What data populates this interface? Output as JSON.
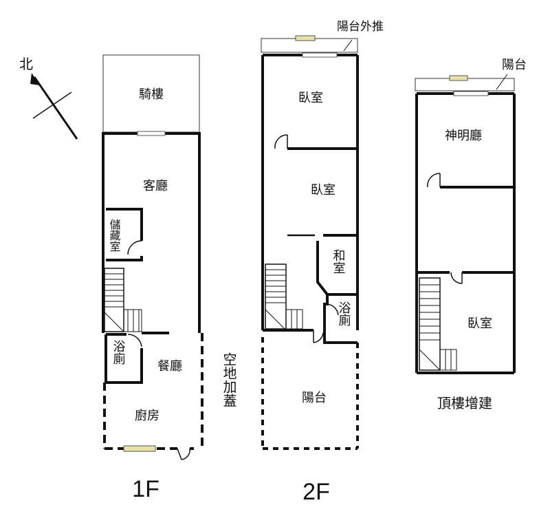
{
  "compass": {
    "label": "北"
  },
  "floors": {
    "f1": {
      "title": "1F",
      "rooms": {
        "arcade": "騎樓",
        "living": "客廳",
        "storage": "儲藏室",
        "bath": "浴廁",
        "dining": "餐廳",
        "kitchen": "廚房",
        "yard": "空地加蓋"
      }
    },
    "f2": {
      "title": "2F",
      "balcony_note": "陽台外推",
      "rooms": {
        "bedroom1": "臥室",
        "bedroom2": "臥室",
        "japanese": "和室",
        "bath": "浴廁",
        "balcony": "陽台"
      }
    },
    "roof": {
      "title": "頂樓增建",
      "balcony_note": "陽台",
      "rooms": {
        "shrine": "神明廳",
        "bedroom": "臥室"
      }
    }
  }
}
